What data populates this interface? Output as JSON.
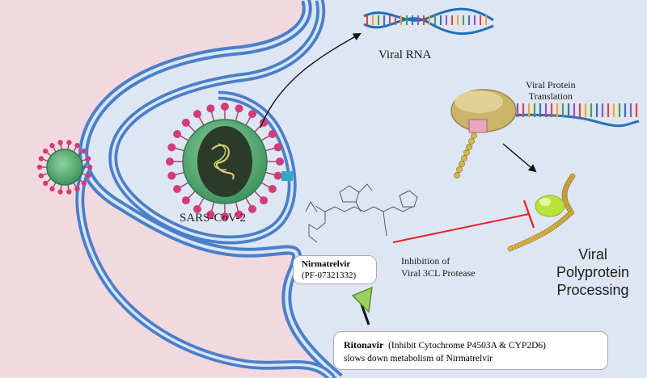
{
  "labels": {
    "viral_rna": "Viral RNA",
    "translation_line1": "Viral Protein",
    "translation_line2": "Translation",
    "virus_name": "SARS-CoV-2",
    "inhibition_line1": "Inhibition of",
    "inhibition_line2": "Viral 3CL Protease",
    "processing_line1": "Viral",
    "processing_line2": "Polyprotein",
    "processing_line3": "Processing"
  },
  "nirmatrelvir": {
    "name": "Nirmatrelvir",
    "code": "(PF-07321332)"
  },
  "ritonavir": {
    "name": "Ritonavir",
    "detail": "(Inhibit Cytochrome P4503A & CYP2D6)",
    "line2": "slows down metabolism of Nirmatrelvir"
  },
  "colors": {
    "cell_interior": "#dfe6f3",
    "extracellular": "#f2d9df",
    "membrane": "#4a7fc9",
    "virus_green": "#5fb37a",
    "spike_pink": "#d23c78",
    "inhibition_line": "#e0262b",
    "arrow_green": "#9ccf5e",
    "polyprotein_bead": "#d8b54a",
    "protease_green": "#b7e33a"
  },
  "icons": [
    "virus-particle-icon",
    "rna-helix-icon",
    "ribosome-icon",
    "protease-icon",
    "nirmatrelvir-structure-icon"
  ]
}
